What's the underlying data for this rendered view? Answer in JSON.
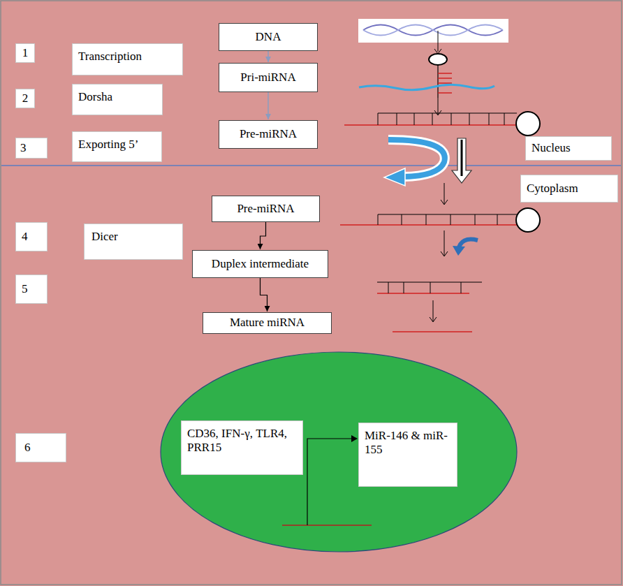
{
  "diagram": {
    "nodes": [
      {
        "text": [
          "1"
        ]
      },
      {
        "text": [
          "Transcription"
        ]
      },
      {
        "text": [
          "DNA"
        ]
      },
      {
        "text": [
          "2"
        ]
      },
      {
        "text": [
          "Dorsha"
        ]
      },
      {
        "text": [
          "Pri-miRNA"
        ]
      },
      {
        "text": [
          "3"
        ]
      },
      {
        "text": [
          "Exporting 5’"
        ]
      },
      {
        "text": [
          "Pre-miRNA"
        ]
      },
      {
        "text": [
          "Nucleus"
        ]
      },
      {
        "text": [
          "Cytoplasm"
        ]
      },
      {
        "text": [
          "4"
        ]
      },
      {
        "text": [
          "Dicer"
        ]
      },
      {
        "text": [
          "Pre-miRNA"
        ]
      },
      {
        "text": [
          "Duplex intermediate"
        ]
      },
      {
        "text": [
          "5"
        ]
      },
      {
        "text": [
          "Mature miRNA"
        ]
      },
      {
        "text": [
          "6"
        ]
      },
      {
        "text": [
          "CD36, IFN-γ, TLR4, PRR15"
        ]
      },
      {
        "text": [
          "MiR-146 & miR-155"
        ]
      }
    ],
    "edges": [
      {
        "from": 2,
        "to": 5,
        "arrow": "to"
      },
      {
        "from": 5,
        "to": 8,
        "arrow": "to"
      },
      {
        "from": 13,
        "to": 14,
        "arrow": "to"
      },
      {
        "from": 14,
        "to": 16,
        "arrow": "to"
      }
    ]
  }
}
